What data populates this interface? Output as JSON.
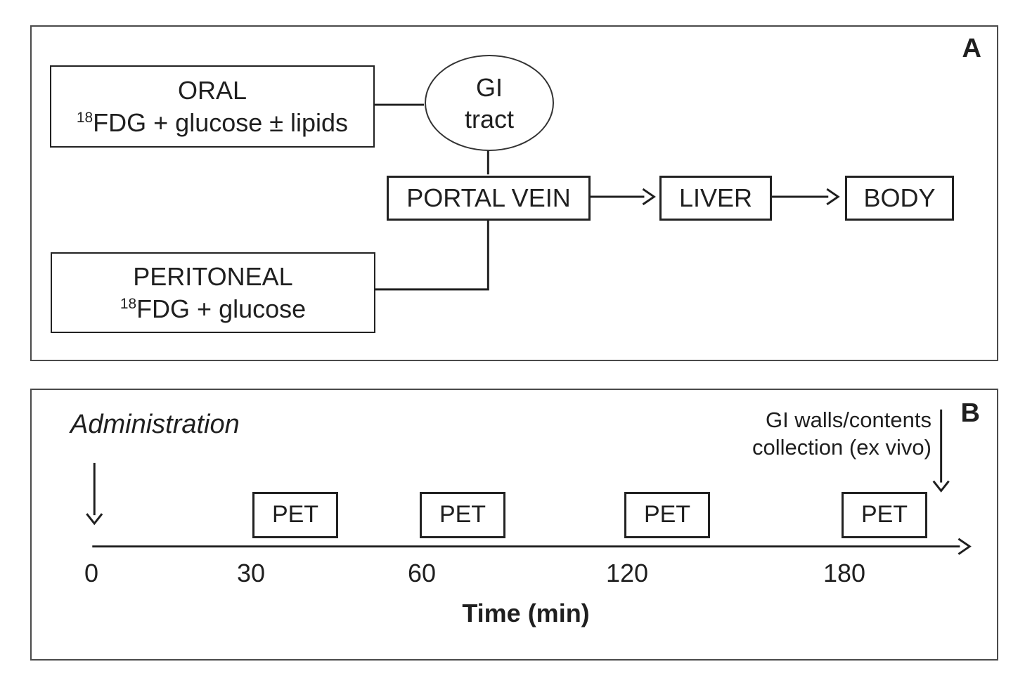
{
  "figure": {
    "panel_a": {
      "label": "A",
      "oral": {
        "title": "ORAL",
        "isotope": "18",
        "substance": "FDG + glucose ± lipids"
      },
      "gi_tract": {
        "line1": "GI",
        "line2": "tract"
      },
      "portal_vein": "PORTAL VEIN",
      "liver": "LIVER",
      "body": "BODY",
      "peritoneal": {
        "title": "PERITONEAL",
        "isotope": "18",
        "substance": "FDG + glucose"
      }
    },
    "panel_b": {
      "label": "B",
      "administration_label": "Administration",
      "collection_label_line1": "GI walls/contents",
      "collection_label_line2": "collection (ex vivo)",
      "pet_label": "PET",
      "ticks": [
        "0",
        "30",
        "60",
        "120",
        "180"
      ],
      "axis_label": "Time (min)"
    }
  },
  "colors": {
    "ink": "#1f1f1f",
    "background": "#ffffff"
  }
}
